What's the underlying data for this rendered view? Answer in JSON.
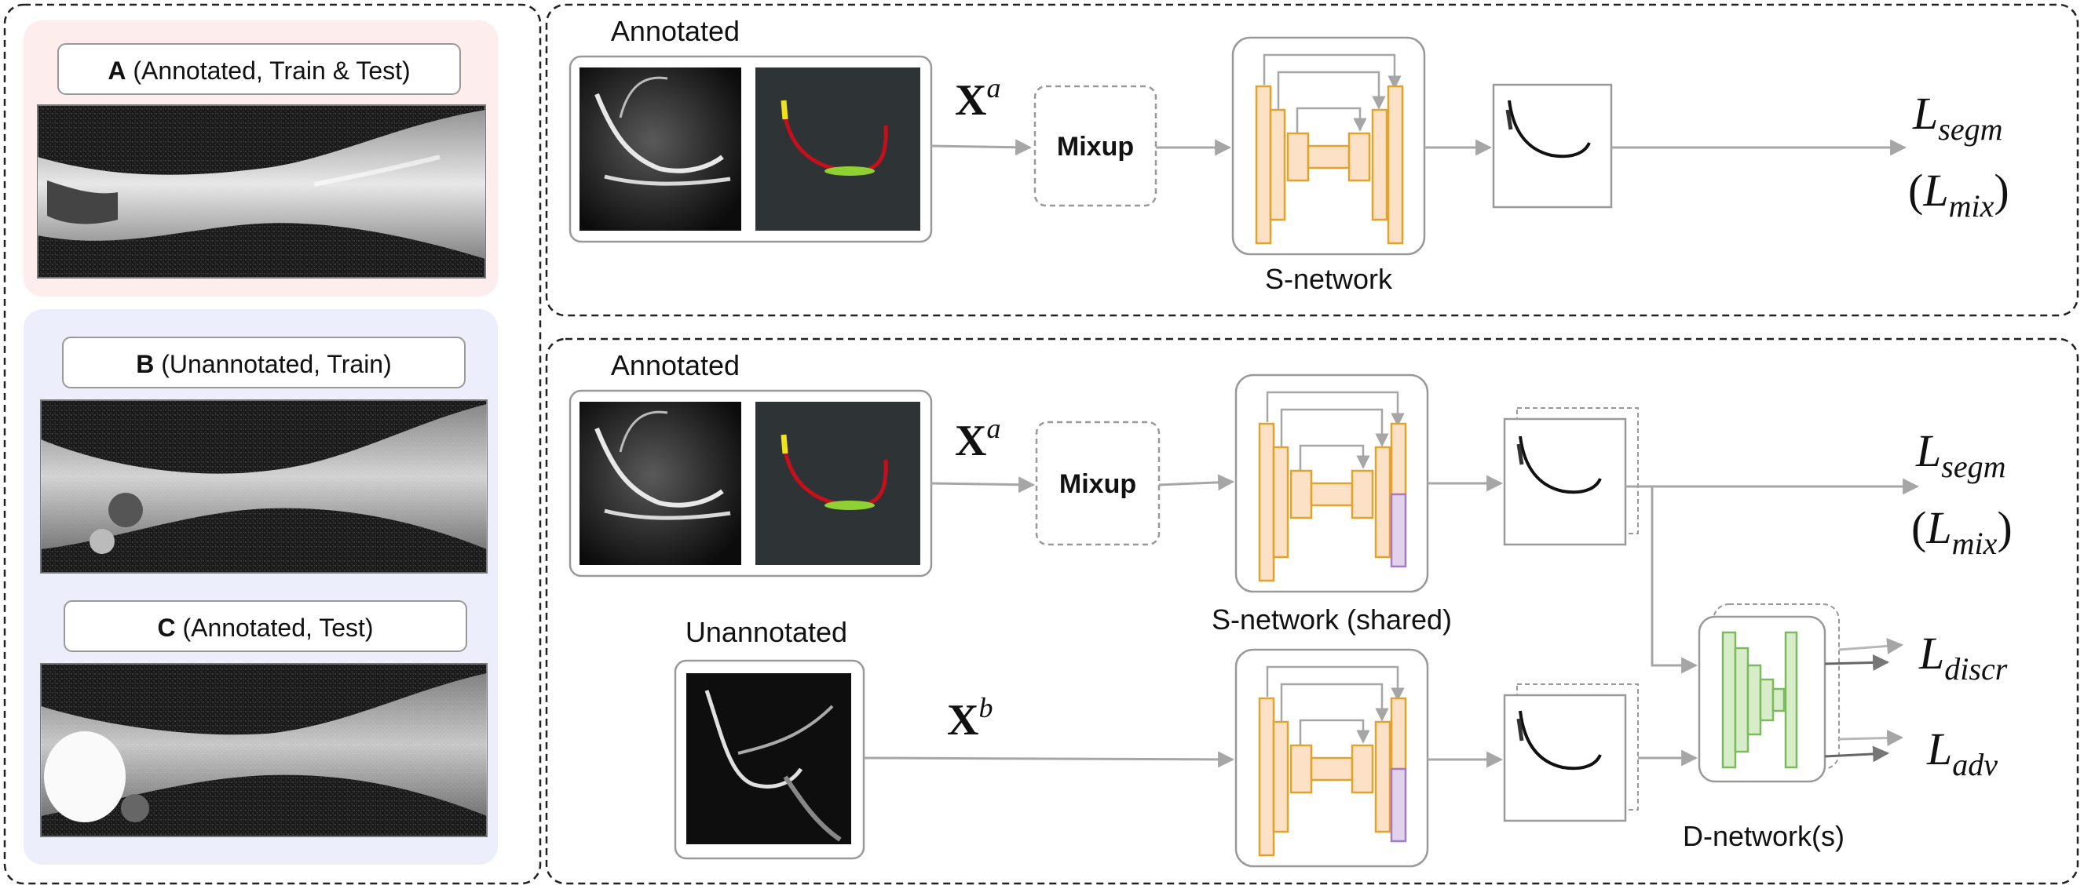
{
  "left_panel": {
    "a_letter": "A",
    "a_desc": " (Annotated, Train & Test)",
    "b_letter": "B",
    "b_desc": " (Unannotated, Train)",
    "c_letter": "C",
    "c_desc": " (Annotated, Test)"
  },
  "top_panel": {
    "input_label": "Annotated",
    "var_symbol": "X",
    "var_sup": "a",
    "mixup_label": "Mixup",
    "network_label": "S-network",
    "loss_main": "L",
    "loss_main_sub": "segm",
    "loss_alt_open": "(",
    "loss_alt": "L",
    "loss_alt_sub": "mix",
    "loss_alt_close": ")"
  },
  "bottom_panel": {
    "input_label_a": "Annotated",
    "input_label_b": "Unannotated",
    "var_symbol": "X",
    "var_sup_a": "a",
    "var_sup_b": "b",
    "mixup_label": "Mixup",
    "network_label": "S-network (shared)",
    "discriminator_label": "D-network(s)",
    "loss_segm": "L",
    "loss_segm_sub": "segm",
    "loss_mix_open": "(",
    "loss_mix": "L",
    "loss_mix_sub": "mix",
    "loss_mix_close": ")",
    "loss_discr": "L",
    "loss_discr_sub": "discr",
    "loss_adv": "L",
    "loss_adv_sub": "adv"
  },
  "colors": {
    "panel_a_bg": "#fdeeed",
    "panel_bc_bg": "#eceefb",
    "encoder_fill": "#fde1c6",
    "encoder_stroke": "#e0a32e",
    "skip_fill": "#e2d3ec",
    "skip_stroke": "#a57bc4",
    "disc_fill": "#d7ecc9",
    "disc_stroke": "#7cba5e",
    "arrow": "#a6a6a6",
    "mask_red": "#c4101c",
    "mask_yellow": "#f0e21a",
    "mask_green": "#8fd032",
    "mask_bg": "#2e3335"
  }
}
